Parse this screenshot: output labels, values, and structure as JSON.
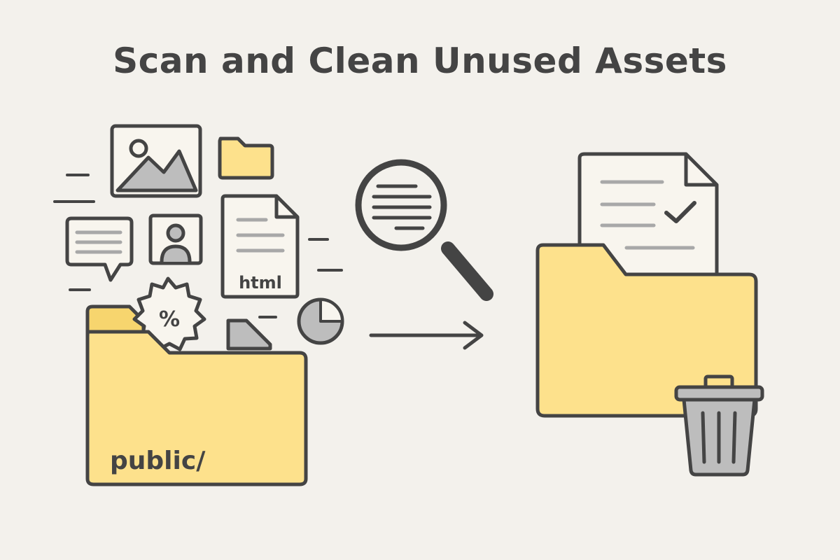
{
  "title": "Scan and Clean Unused Assets",
  "source_folder": {
    "label": "public/"
  },
  "html_file": {
    "label": "html"
  },
  "discount_badge": {
    "symbol": "%"
  },
  "colors": {
    "background": "#f3f1ec",
    "folder_fill": "#fde18c",
    "folder_tab": "#f7d56e",
    "outline": "#444444",
    "gray_fill": "#bdbdbd",
    "paper_fill": "#f8f5ee",
    "line_gray": "#a8a8a8"
  },
  "icons": [
    "image-icon",
    "small-folder-icon",
    "chat-bubble-icon",
    "user-photo-icon",
    "html-file-icon",
    "percent-badge-icon",
    "file-icon",
    "pie-chart-icon",
    "magnifier-icon",
    "arrow-right-icon",
    "document-check-icon",
    "destination-folder-icon",
    "trash-can-icon"
  ]
}
